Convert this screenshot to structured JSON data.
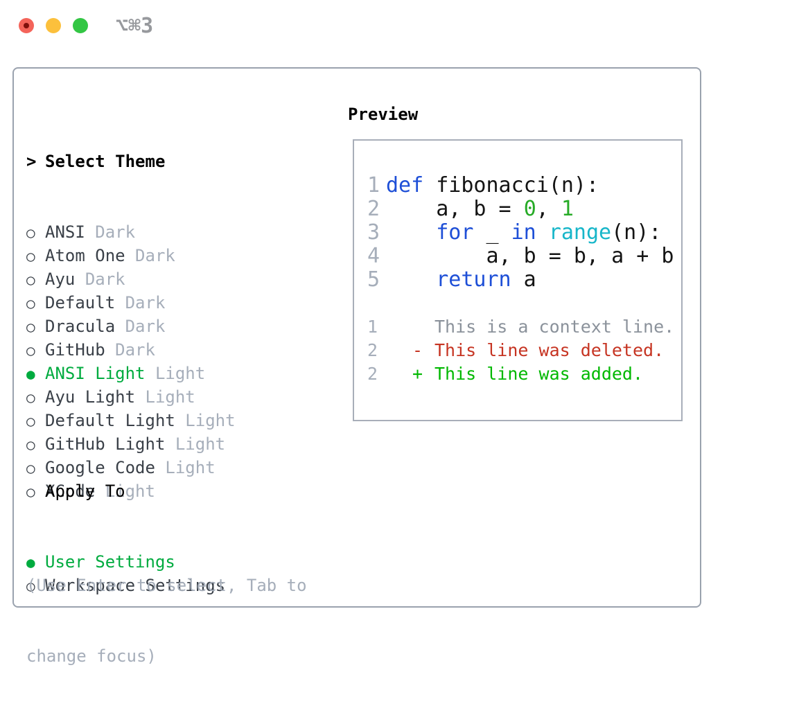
{
  "window": {
    "shortcut_label": "⌥⌘3"
  },
  "icons": {
    "caret": ">",
    "radio_selected": "●",
    "radio_unselected": "○"
  },
  "left": {
    "header_label": "Select Theme",
    "themes": [
      {
        "name": "ANSI",
        "variant": "Dark",
        "selected": false
      },
      {
        "name": "Atom One",
        "variant": "Dark",
        "selected": false
      },
      {
        "name": "Ayu",
        "variant": "Dark",
        "selected": false
      },
      {
        "name": "Default",
        "variant": "Dark",
        "selected": false
      },
      {
        "name": "Dracula",
        "variant": "Dark",
        "selected": false
      },
      {
        "name": "GitHub",
        "variant": "Dark",
        "selected": false
      },
      {
        "name": "ANSI Light",
        "variant": "Light",
        "selected": true
      },
      {
        "name": "Ayu Light",
        "variant": "Light",
        "selected": false
      },
      {
        "name": "Default Light",
        "variant": "Light",
        "selected": false
      },
      {
        "name": "GitHub Light",
        "variant": "Light",
        "selected": false
      },
      {
        "name": "Google Code",
        "variant": "Light",
        "selected": false
      },
      {
        "name": "XCode",
        "variant": "Light",
        "selected": false
      }
    ],
    "apply_to": {
      "label": "Apply To",
      "options": [
        {
          "name": "User Settings",
          "selected": true
        },
        {
          "name": "Workspace Settings",
          "selected": false
        }
      ]
    },
    "help_lines": [
      "(Use Enter to select, Tab to",
      "change focus)"
    ]
  },
  "preview": {
    "header": "Preview",
    "code_lines": [
      {
        "num": "1",
        "tokens": [
          {
            "text": "def",
            "type": "keyword"
          },
          {
            "text": " fibonacci(n):",
            "type": "plain"
          }
        ]
      },
      {
        "num": "2",
        "tokens": [
          {
            "text": "    a, b = ",
            "type": "plain"
          },
          {
            "text": "0",
            "type": "number"
          },
          {
            "text": ", ",
            "type": "plain"
          },
          {
            "text": "1",
            "type": "number"
          }
        ]
      },
      {
        "num": "3",
        "tokens": [
          {
            "text": "    ",
            "type": "plain"
          },
          {
            "text": "for",
            "type": "keyword"
          },
          {
            "text": " _ ",
            "type": "plain"
          },
          {
            "text": "in",
            "type": "keyword"
          },
          {
            "text": " ",
            "type": "plain"
          },
          {
            "text": "range",
            "type": "builtin"
          },
          {
            "text": "(n):",
            "type": "plain"
          }
        ]
      },
      {
        "num": "4",
        "tokens": [
          {
            "text": "        a, b = b, a + b",
            "type": "plain"
          }
        ]
      },
      {
        "num": "5",
        "tokens": [
          {
            "text": "    ",
            "type": "plain"
          },
          {
            "text": "return",
            "type": "keyword"
          },
          {
            "text": " a",
            "type": "plain"
          }
        ]
      }
    ],
    "diff_lines": [
      {
        "num": "1",
        "marker": " ",
        "text": "This is a context line.",
        "kind": "context"
      },
      {
        "num": "2",
        "marker": "-",
        "text": "This line was deleted.",
        "kind": "deleted"
      },
      {
        "num": "2",
        "marker": "+",
        "text": "This line was added.",
        "kind": "added"
      }
    ]
  },
  "colors": {
    "accent_green": "#00ab3f",
    "keyword_blue": "#1e4fd7",
    "number_green": "#27ab27",
    "builtin_cyan": "#17b6c9",
    "diff_red": "#c63422",
    "diff_green": "#00b800",
    "muted_gray": "#a6aeba",
    "panel_border": "#9aa2ae",
    "traffic_red": "#f4645a",
    "traffic_yellow": "#fcc03c",
    "traffic_green": "#33c644"
  }
}
